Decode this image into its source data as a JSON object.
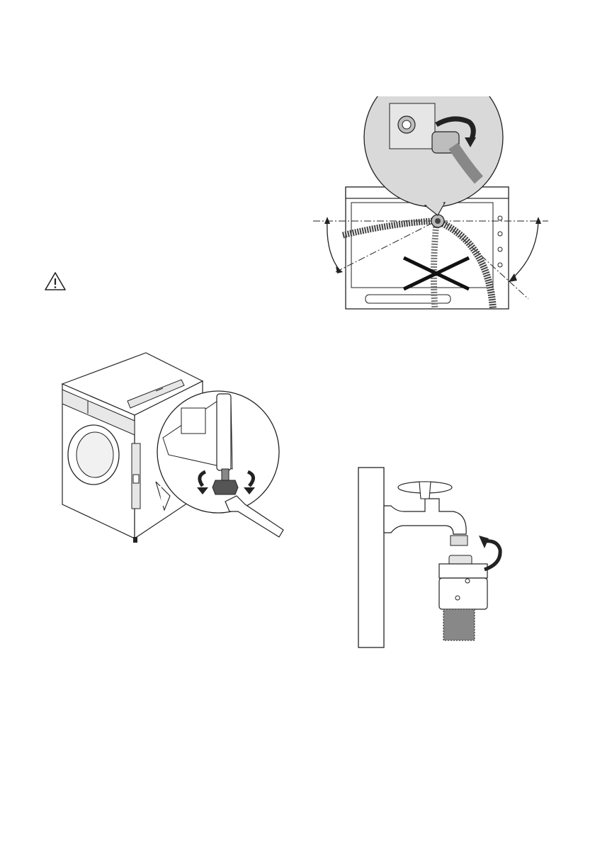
{
  "page": {
    "background": "#ffffff",
    "line_color": "#222222",
    "fill_gray": "#d6d6d6"
  },
  "icons": {
    "warning": "warning-triangle-icon"
  },
  "figures": [
    {
      "name": "hose-connection-figure"
    },
    {
      "name": "leveling-feet-figure"
    },
    {
      "name": "water-tap-figure"
    }
  ]
}
